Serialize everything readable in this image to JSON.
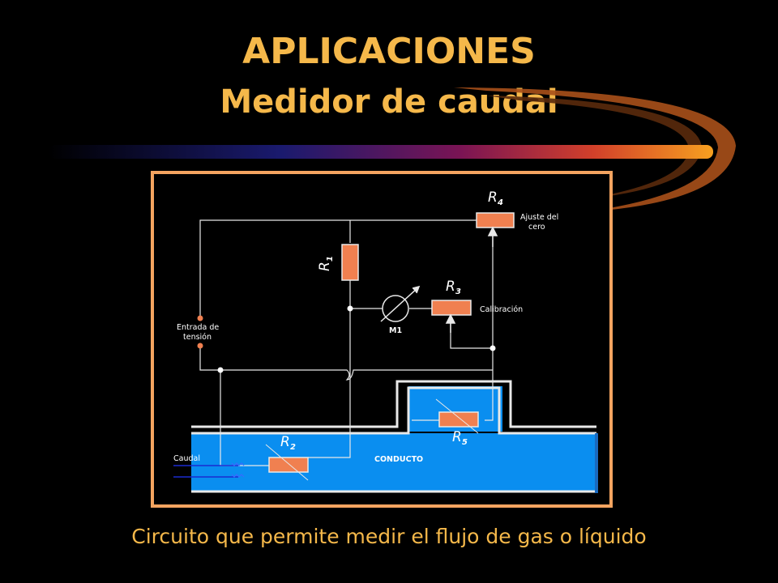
{
  "slide": {
    "title": "APLICACIONES",
    "subtitle": "Medidor  de caudal",
    "caption": "Circuito que permite medir el flujo de gas o líquido"
  },
  "diagram": {
    "labels": {
      "zero_adjust_line1": "Ajuste del",
      "zero_adjust_line2": "cero",
      "calibration": "Calibración",
      "voltage_input_line1": "Entrada de",
      "voltage_input_line2": "tensión",
      "meter": "M1",
      "flow": "Caudal",
      "duct": "CONDUCTO"
    },
    "resistors": {
      "r1": {
        "letter": "R",
        "sub": "1"
      },
      "r2": {
        "letter": "R",
        "sub": "2"
      },
      "r3": {
        "letter": "R",
        "sub": "3"
      },
      "r4": {
        "letter": "R",
        "sub": "4"
      },
      "r5": {
        "letter": "R",
        "sub": "5"
      }
    }
  },
  "colors": {
    "accent": "#f5b84a",
    "frame": "#f4a460",
    "resistor": "#f08050",
    "duct": "#0a8ef0",
    "wire": "#e8e8e8"
  }
}
